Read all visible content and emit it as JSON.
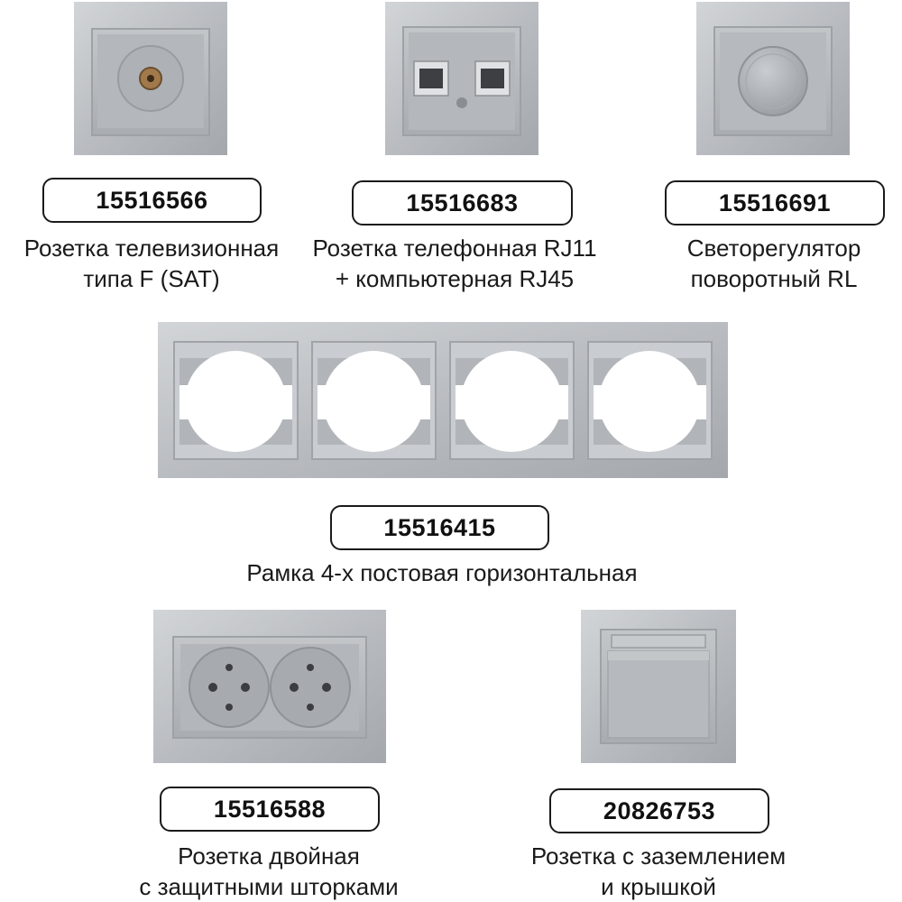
{
  "products": [
    {
      "sku": "15516566",
      "line1": "Розетка телевизионная",
      "line2": "типа F (SAT)",
      "icon": "tv-socket-icon"
    },
    {
      "sku": "15516683",
      "line1": "Розетка телефонная RJ11",
      "line2": "+ компьютерная RJ45",
      "icon": "data-socket-icon"
    },
    {
      "sku": "15516691",
      "line1": "Светорегулятор",
      "line2": "поворотный RL",
      "icon": "dimmer-icon"
    },
    {
      "sku": "15516415",
      "line1": "Рамка 4-х постовая горизонтальная",
      "icon": "frame-4-gang-icon"
    },
    {
      "sku": "15516588",
      "line1": "Розетка двойная",
      "line2": "с защитными шторками",
      "icon": "double-socket-icon"
    },
    {
      "sku": "20826753",
      "line1": "Розетка с заземлением",
      "line2": "и крышкой",
      "icon": "socket-with-lid-icon"
    }
  ],
  "colors": {
    "silver": "#b9bcbf",
    "silver_dark": "#9ea2a6",
    "silver_light": "#d3d6d8",
    "border": "#1a1a1a"
  }
}
